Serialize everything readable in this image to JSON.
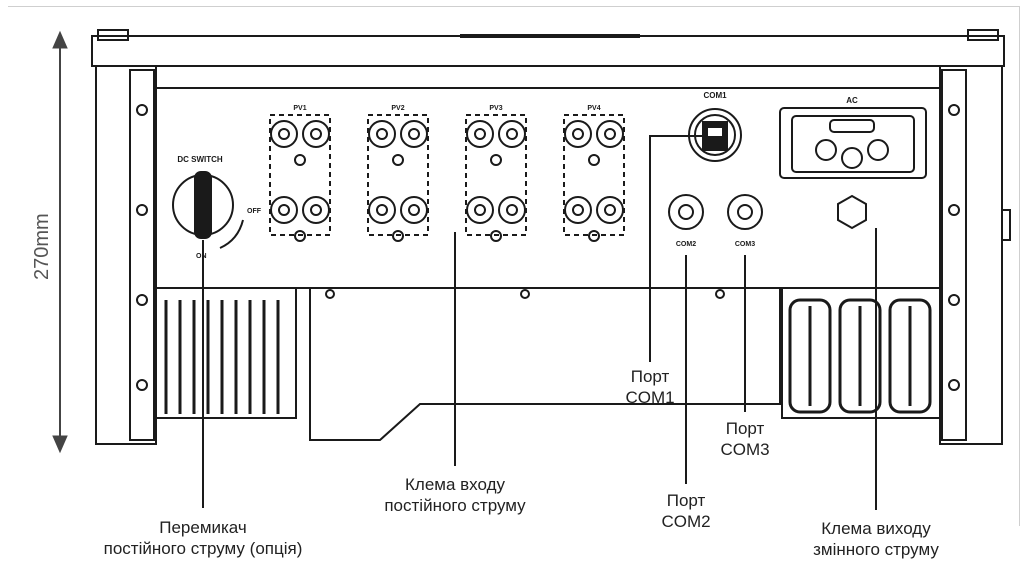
{
  "dimension": {
    "height_label": "270mm"
  },
  "panel_labels": {
    "dc_switch": "DC SWITCH",
    "pv": [
      "PV1",
      "PV2",
      "PV3",
      "PV4"
    ],
    "com1": "COM1",
    "com2": "COM2",
    "com3": "COM3",
    "ac": "AC",
    "off": "OFF",
    "on": "ON"
  },
  "callouts": {
    "dc_switch": [
      "Перемикач",
      "постійного струму (опція)"
    ],
    "dc_input": [
      "Клема входу",
      "постійного струму"
    ],
    "com1": [
      "Порт",
      "COM1"
    ],
    "com2": [
      "Порт",
      "COM2"
    ],
    "com3": [
      "Порт",
      "COM3"
    ],
    "ac_output": [
      "Клема виходу",
      "змінного струму"
    ]
  },
  "colors": {
    "line": "#1a1a1a",
    "frame": "#cfcfcf",
    "text": "#222222"
  }
}
